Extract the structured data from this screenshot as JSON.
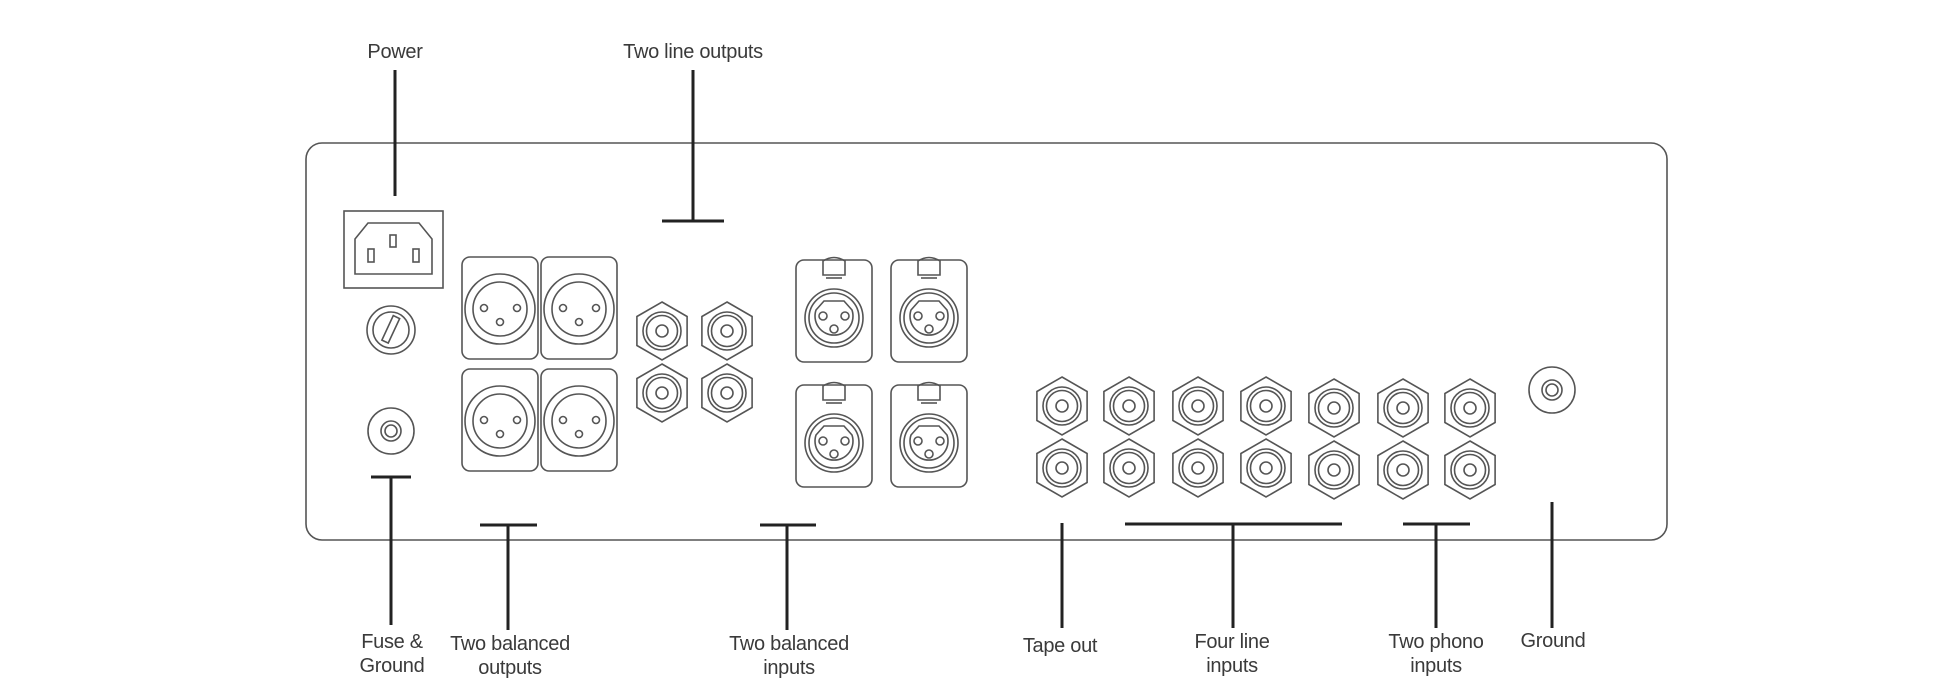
{
  "diagram": {
    "title": "Amplifier rear panel",
    "colors": {
      "stroke": "#555555",
      "leader": "#222222",
      "text": "#3a3a3a"
    },
    "labels": {
      "power": [
        "Power"
      ],
      "line_outputs": [
        "Two line outputs"
      ],
      "fuse_ground": [
        "Fuse &",
        "Ground"
      ],
      "balanced_outputs": [
        "Two balanced",
        "outputs"
      ],
      "balanced_inputs": [
        "Two balanced",
        "inputs"
      ],
      "tape_out": [
        "Tape out"
      ],
      "line_inputs": [
        "Four line",
        "inputs"
      ],
      "phono_inputs": [
        "Two phono",
        "inputs"
      ],
      "ground": [
        "Ground"
      ]
    },
    "connectors": {
      "iec_power_inlet": 1,
      "fuse_holder": 1,
      "ground_terminal_left": 1,
      "xlr_male_outputs": 4,
      "rca_line_outputs": 4,
      "xlr_female_inputs": 4,
      "rca_tape_out": 2,
      "rca_line_inputs": 8,
      "rca_phono_inputs": 4,
      "ground_terminal_right": 1
    }
  }
}
